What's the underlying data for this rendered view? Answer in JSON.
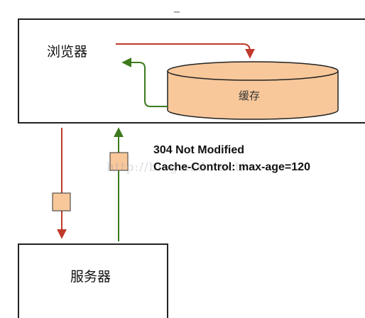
{
  "diagram": {
    "browser": {
      "label": "浏览器"
    },
    "cache": {
      "label": "缓存"
    },
    "server": {
      "label": "服务器"
    },
    "response": {
      "status": "304  Not Modified",
      "header": "Cache-Control: max-age=120"
    },
    "watermark": "http://blog.csdn.net/",
    "colors": {
      "request_arrow": "#c0392b",
      "response_arrow": "#3d7a1e",
      "cache_fill": "#f8c89b",
      "packet_fill": "#f8c89b",
      "box_border": "#222222"
    }
  }
}
